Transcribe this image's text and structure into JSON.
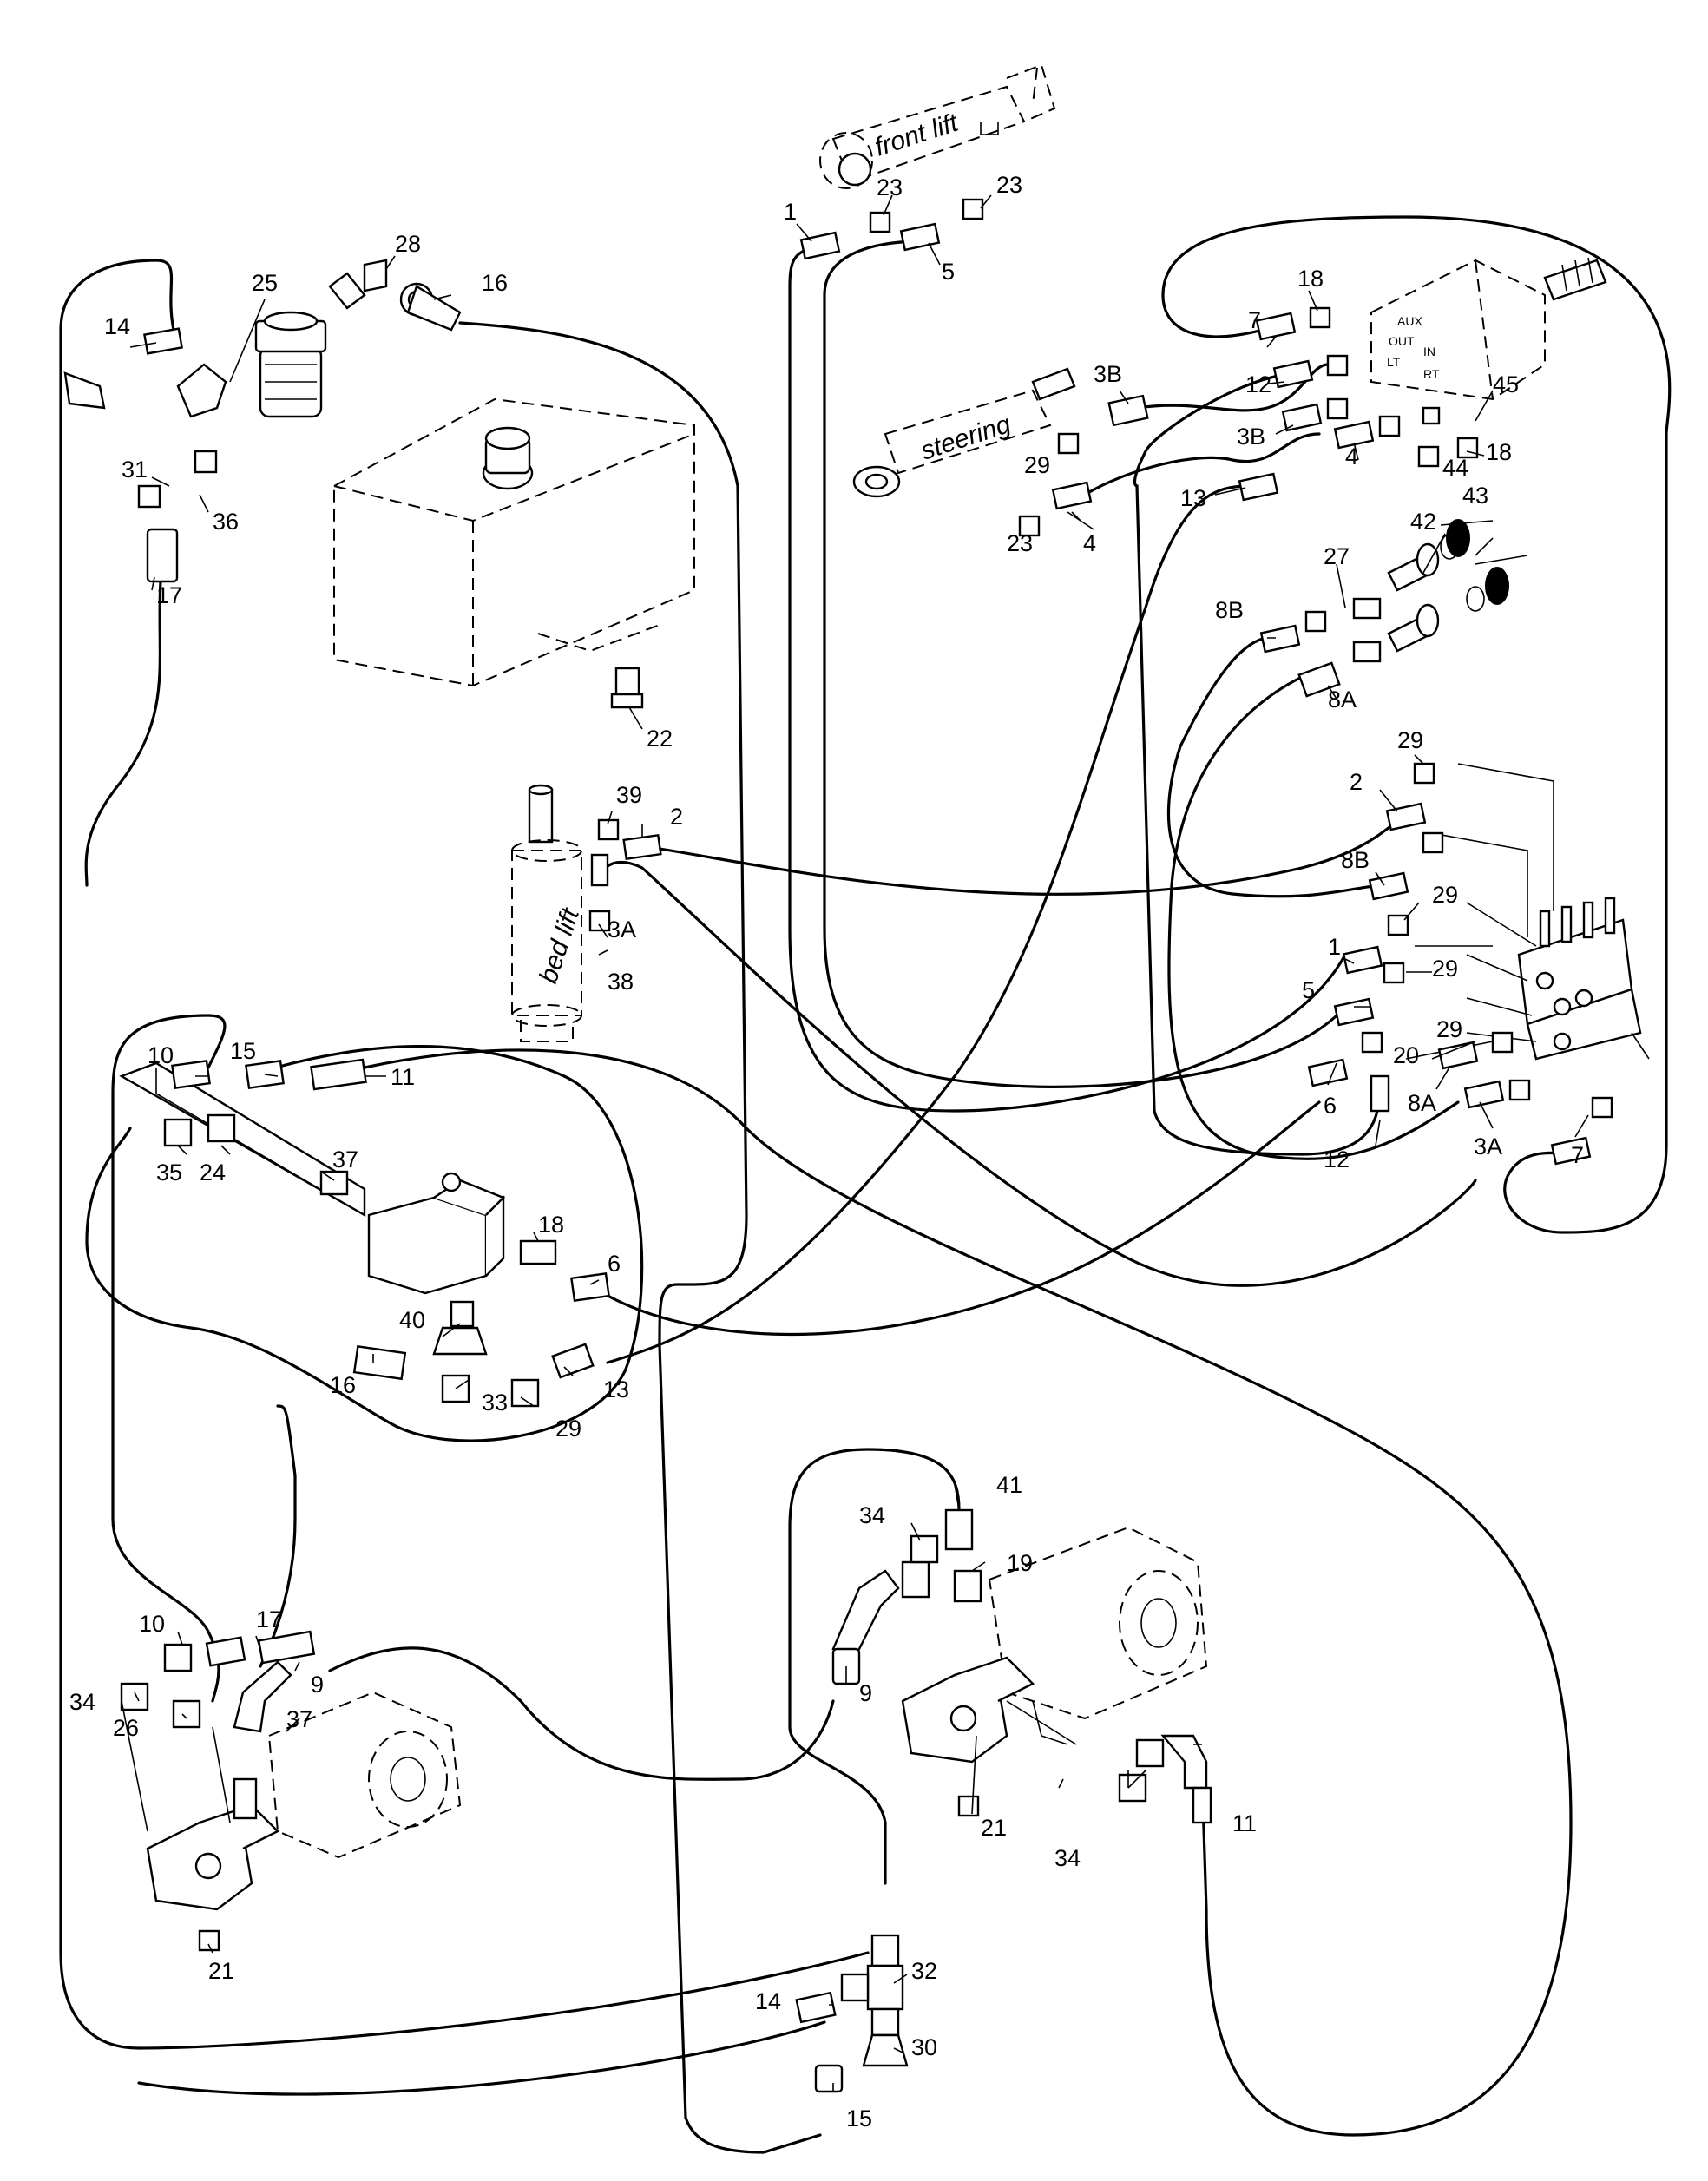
{
  "components": {
    "front_lift": "front lift",
    "steering": "steering",
    "bed_lift": "bed lift",
    "valve_ports": [
      "AUX",
      "OUT",
      "IN",
      "LT",
      "RT"
    ]
  },
  "callouts": [
    {
      "id": "c-1a",
      "text": "1"
    },
    {
      "id": "c-23a",
      "text": "23"
    },
    {
      "id": "c-23b",
      "text": "23"
    },
    {
      "id": "c-5a",
      "text": "5"
    },
    {
      "id": "c-25",
      "text": "25"
    },
    {
      "id": "c-28",
      "text": "28"
    },
    {
      "id": "c-16a",
      "text": "16"
    },
    {
      "id": "c-14a",
      "text": "14"
    },
    {
      "id": "c-31",
      "text": "31"
    },
    {
      "id": "c-36",
      "text": "36"
    },
    {
      "id": "c-17a",
      "text": "17"
    },
    {
      "id": "c-22",
      "text": "22"
    },
    {
      "id": "c-18a",
      "text": "18"
    },
    {
      "id": "c-7a",
      "text": "7"
    },
    {
      "id": "c-12a",
      "text": "12"
    },
    {
      "id": "c-3Ba",
      "text": "3B"
    },
    {
      "id": "c-3Bb",
      "text": "3B"
    },
    {
      "id": "c-45",
      "text": "45"
    },
    {
      "id": "c-18b",
      "text": "18"
    },
    {
      "id": "c-4a",
      "text": "4"
    },
    {
      "id": "c-44",
      "text": "44"
    },
    {
      "id": "c-29a",
      "text": "29"
    },
    {
      "id": "c-23c",
      "text": "23"
    },
    {
      "id": "c-4b",
      "text": "4"
    },
    {
      "id": "c-13a",
      "text": "13"
    },
    {
      "id": "c-43",
      "text": "43"
    },
    {
      "id": "c-42",
      "text": "42"
    },
    {
      "id": "c-27",
      "text": "27"
    },
    {
      "id": "c-8Ba",
      "text": "8B"
    },
    {
      "id": "c-8Aa",
      "text": "8A"
    },
    {
      "id": "c-29b",
      "text": "29"
    },
    {
      "id": "c-2a",
      "text": "2"
    },
    {
      "id": "c-8Bb",
      "text": "8B"
    },
    {
      "id": "c-29c",
      "text": "29"
    },
    {
      "id": "c-1b",
      "text": "1"
    },
    {
      "id": "c-5b",
      "text": "5"
    },
    {
      "id": "c-29d",
      "text": "29"
    },
    {
      "id": "c-20",
      "text": "20"
    },
    {
      "id": "c-29e",
      "text": "29"
    },
    {
      "id": "c-6a",
      "text": "6"
    },
    {
      "id": "c-8Ab",
      "text": "8A"
    },
    {
      "id": "c-3Aa",
      "text": "3A"
    },
    {
      "id": "c-7b",
      "text": "7"
    },
    {
      "id": "c-12b",
      "text": "12"
    },
    {
      "id": "c-39",
      "text": "39"
    },
    {
      "id": "c-2b",
      "text": "2"
    },
    {
      "id": "c-3Ab",
      "text": "3A"
    },
    {
      "id": "c-38",
      "text": "38"
    },
    {
      "id": "c-10a",
      "text": "10"
    },
    {
      "id": "c-15a",
      "text": "15"
    },
    {
      "id": "c-11a",
      "text": "11"
    },
    {
      "id": "c-35",
      "text": "35"
    },
    {
      "id": "c-24",
      "text": "24"
    },
    {
      "id": "c-37a",
      "text": "37"
    },
    {
      "id": "c-18c",
      "text": "18"
    },
    {
      "id": "c-6b",
      "text": "6"
    },
    {
      "id": "c-40",
      "text": "40"
    },
    {
      "id": "c-16b",
      "text": "16"
    },
    {
      "id": "c-33",
      "text": "33"
    },
    {
      "id": "c-29f",
      "text": "29"
    },
    {
      "id": "c-13b",
      "text": "13"
    },
    {
      "id": "c-41",
      "text": "41"
    },
    {
      "id": "c-34a",
      "text": "34"
    },
    {
      "id": "c-19",
      "text": "19"
    },
    {
      "id": "c-9a",
      "text": "9"
    },
    {
      "id": "c-21a",
      "text": "21"
    },
    {
      "id": "c-11b",
      "text": "11"
    },
    {
      "id": "c-34b",
      "text": "34"
    },
    {
      "id": "c-10b",
      "text": "10"
    },
    {
      "id": "c-17b",
      "text": "17"
    },
    {
      "id": "c-34c",
      "text": "34"
    },
    {
      "id": "c-26",
      "text": "26"
    },
    {
      "id": "c-9b",
      "text": "9"
    },
    {
      "id": "c-37b",
      "text": "37"
    },
    {
      "id": "c-21b",
      "text": "21"
    },
    {
      "id": "c-32",
      "text": "32"
    },
    {
      "id": "c-14b",
      "text": "14"
    },
    {
      "id": "c-30",
      "text": "30"
    },
    {
      "id": "c-15b",
      "text": "15"
    }
  ]
}
